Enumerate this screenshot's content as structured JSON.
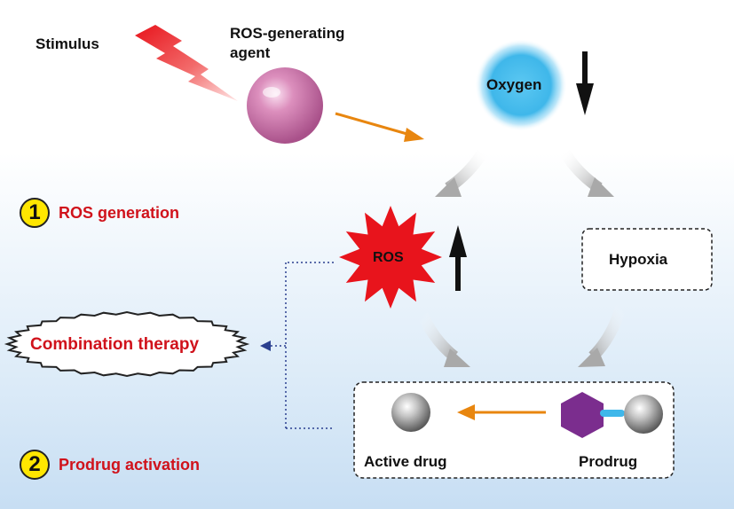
{
  "stimulus": {
    "label": "Stimulus"
  },
  "agent": {
    "label_line1": "ROS-generating",
    "label_line2": "agent"
  },
  "oxygen": {
    "label": "Oxygen"
  },
  "ros": {
    "label": "ROS"
  },
  "hypoxia": {
    "label": "Hypoxia"
  },
  "step1": {
    "number": "1",
    "label": "ROS generation"
  },
  "step2": {
    "number": "2",
    "label": "Prodrug activation"
  },
  "combination": {
    "label": "Combination therapy"
  },
  "active_drug": {
    "label": "Active drug"
  },
  "prodrug": {
    "label": "Prodrug"
  },
  "colors": {
    "accent_red": "#d0121b",
    "orange_arrow": "#e8860f",
    "badge_yellow": "#ffe600",
    "prodrug_purple": "#7b2d8e",
    "oxygen_blue": "#3fb7ea",
    "dotted_blue": "#2a3f8f"
  }
}
